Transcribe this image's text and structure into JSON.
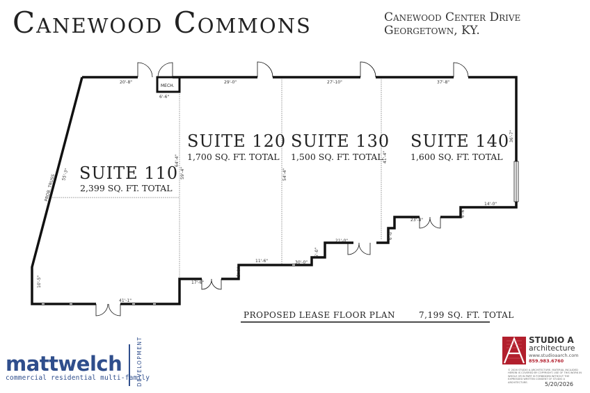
{
  "header": {
    "title": "Canewood Commons",
    "address_line1": "Canewood Center Drive",
    "address_line2": "Georgetown, KY."
  },
  "plan": {
    "suites": [
      {
        "id": "110",
        "name": "SUITE 110",
        "area": "2,399 SQ. FT. TOTAL"
      },
      {
        "id": "120",
        "name": "SUITE 120",
        "area": "1,700 SQ. FT. TOTAL"
      },
      {
        "id": "130",
        "name": "SUITE 130",
        "area": "1,500 SQ. FT. TOTAL"
      },
      {
        "id": "140",
        "name": "SUITE 140",
        "area": "1,600 SQ. FT. TOTAL"
      }
    ],
    "mech_label": "MECH.",
    "dimensions": {
      "top_110": "20'-8\"",
      "mech_width": "6'-6\"",
      "top_120": "29'-0\"",
      "top_130": "27'-10\"",
      "top_140": "37'-8\"",
      "right_side": "36'-7\"",
      "s140_bottom": "14'-0\"",
      "s140_step": "6'-6\"",
      "s140_door": "23'-8\"",
      "step_6_0": "6'-0\"",
      "s130_door": "21'-0\"",
      "step_5_0_a": "5'-0\"",
      "s130_bottom": "30'-0\"",
      "s120_bottom": "11'-6\"",
      "step_5_0_b": "5'-0\"",
      "s120_door": "17'-6\"",
      "s110_bottom": "41'-1\"",
      "s110_left": "10'-5\"",
      "diag_1": "55'-3\"",
      "diag_2": "PROB. TRUSS",
      "wall_110_120": "59'-4\"",
      "wall_110_120_b": "64'-4\"",
      "wall_120_130": "54'-4\"",
      "wall_130_140": "41'-4\""
    },
    "caption": "PROPOSED LEASE FLOOR PLAN",
    "total": "7,199 SQ. FT. TOTAL"
  },
  "developer": {
    "name": "mattwelch",
    "tagline": "commercial  residential  multi-family",
    "vertical": "DEVELOPMENT",
    "color": "#2f4e8c"
  },
  "architect": {
    "name_line1": "STUDIO A",
    "name_line2": "architecture",
    "website": "www.studioaarch.com",
    "phone": "859.983.6760",
    "fine_print": "© 2026 STUDIO A ARCHITECTURE. MATERIAL INCLUDED HEREIN IS COVERED BY COPYRIGHT. USE OF THIS WORK IN WHOLE OR IN PART IS FORBIDDEN WITHOUT THE EXPRESSED WRITTEN CONSENT OF STUDIO A ARCHITECTURE.",
    "accent": "#b21f2d"
  },
  "date": "5/20/2026"
}
